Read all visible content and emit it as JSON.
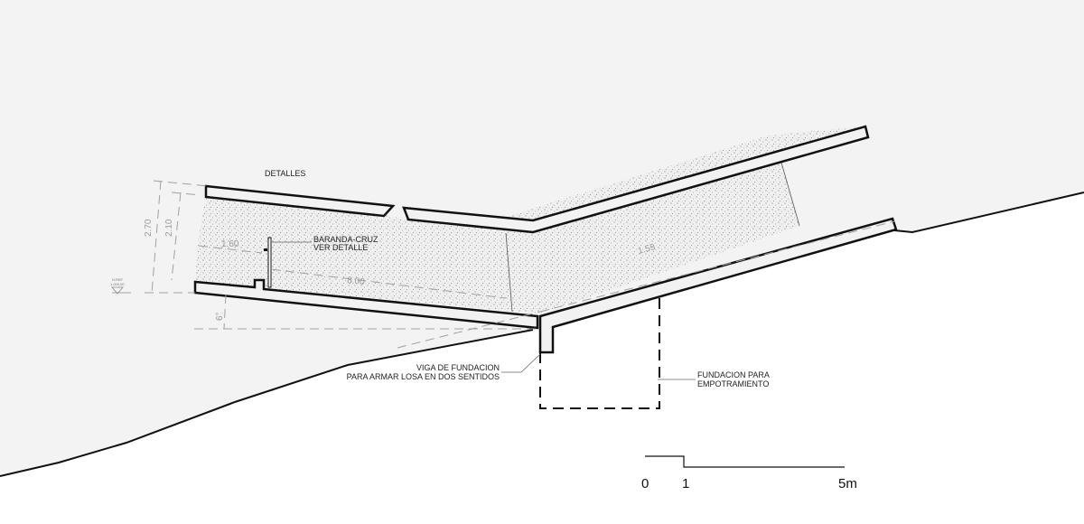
{
  "drawing": {
    "labels": {
      "details": "DETALLES",
      "railing_line1": "BARANDA-CRUZ",
      "railing_line2": "VER DETALLE",
      "beam_line1": "VIGA DE FUNDACION",
      "beam_line2": "PARA ARMAR LOSA EN DOS SENTIDOS",
      "foundation_line1": "FUNDACION PARA",
      "foundation_line2": "EMPOTRAMIENTO",
      "level_ref_line1": "N.REF",
      "level_ref_line2": "1.000,00"
    },
    "dimensions": {
      "total_height": "2.70",
      "interior_height": "2.10",
      "railing_height": "1.60",
      "length": "8.00",
      "right_height": "1.55",
      "slope": "6°"
    }
  },
  "scale_bar": {
    "zero": "0",
    "one": "1",
    "five": "5m"
  },
  "colors": {
    "sky": "#f3f3f3",
    "ground": "#ffffff",
    "line": "#111111",
    "dim": "#a0a0a0"
  }
}
